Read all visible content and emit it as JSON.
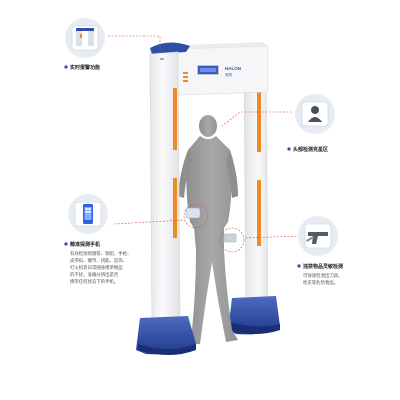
{
  "device": {
    "brand_line1": "HALON",
    "brand_line2": "安防"
  },
  "callouts": {
    "realtime_alarm": {
      "title": "实时报警功能"
    },
    "head_detect": {
      "title": "头部检测克星区"
    },
    "phone_detect": {
      "title": "精准探测手机",
      "body": [
        "有效检测到钢铁、铜铝、手枪、",
        "皮带扣、硬币、钥匙、首饰、",
        "打火机等日常随身携带物品",
        "的干扰，准确分辨出是否",
        "携带任何状态下的手机。"
      ]
    },
    "metal_detect": {
      "title": "违禁物品灵敏检测",
      "body": [
        "可快速检测出刀具、",
        "枪支等危险物品。"
      ]
    }
  },
  "colors": {
    "frame": "#f3f3f3",
    "base_blue": "#3452a8",
    "led_orange": "#f08a24",
    "accent_blue": "#2a4fa8",
    "guide_red": "#d84a4a"
  }
}
